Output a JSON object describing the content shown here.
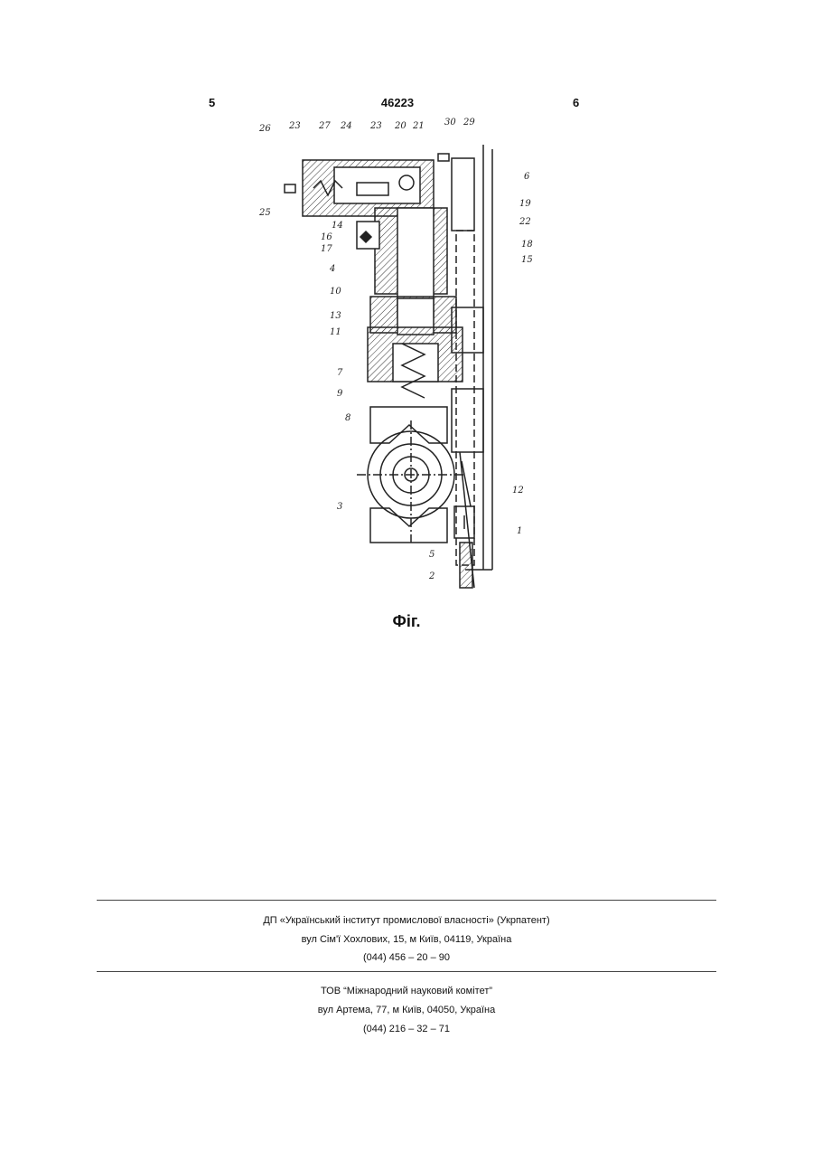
{
  "header": {
    "left_page": "5",
    "patent_number": "46223",
    "right_page": "6"
  },
  "figure": {
    "caption": "Фіг.",
    "labels": [
      "26",
      "23",
      "27",
      "24",
      "23",
      "20",
      "21",
      "30",
      "29",
      "6",
      "25",
      "19",
      "22",
      "14",
      "16",
      "18",
      "17",
      "15",
      "4",
      "10",
      "13",
      "11",
      "7",
      "9",
      "8",
      "12",
      "3",
      "1",
      "5",
      "2"
    ]
  },
  "footer": {
    "block1": {
      "line1": "ДП «Український інститут промислової власності» (Укрпатент)",
      "line2": "вул  Сім'ї Хохлових, 15, м  Київ, 04119, Україна",
      "line3": "(044) 456 – 20 –  90"
    },
    "block2": {
      "line1": "ТОВ “Міжнародний науковий комітет”",
      "line2": "вул  Артема, 77, м  Київ, 04050, Україна",
      "line3": "(044) 216 – 32 – 71"
    }
  }
}
